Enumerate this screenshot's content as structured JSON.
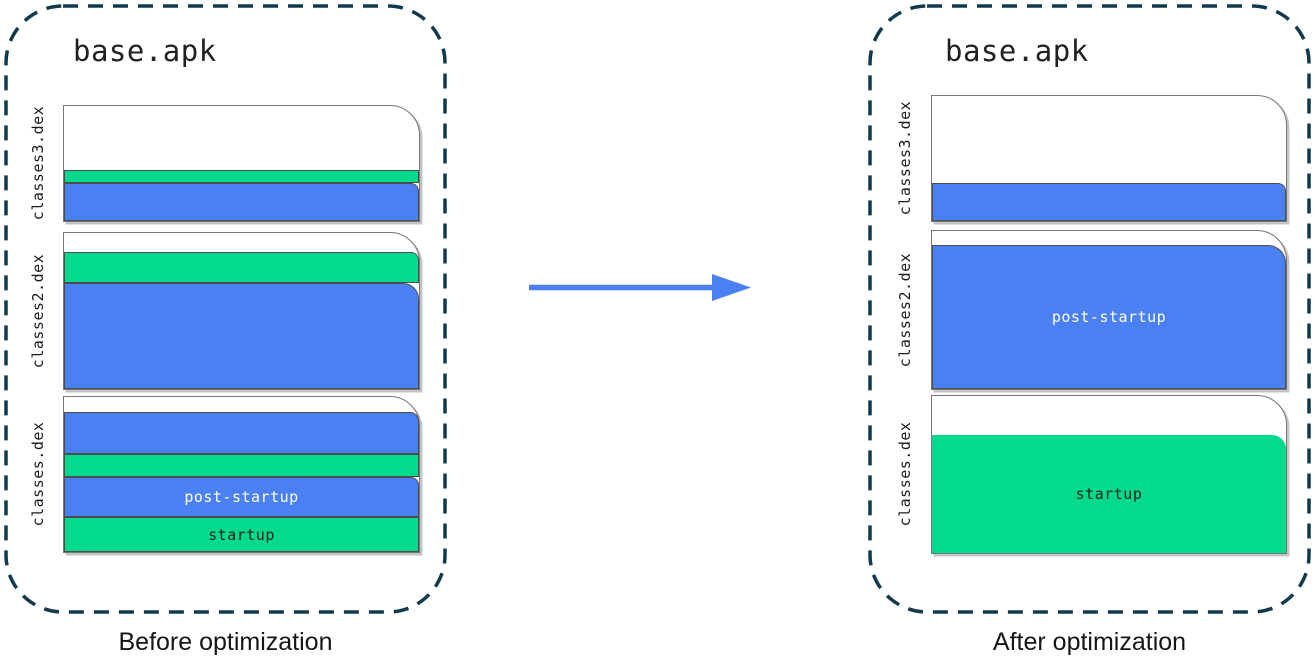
{
  "colors": {
    "blue": "#4a80f1",
    "green": "#04da8d",
    "dash_border": "#123a4e",
    "file_border": "#757575",
    "band_border": "#4d4d4d",
    "arrow": "#4a80f1"
  },
  "arrow": {
    "icon": "right-arrow-icon",
    "direction": "right"
  },
  "before": {
    "title": "base.apk",
    "caption": "Before optimization",
    "files": [
      {
        "name": "classes3.dex",
        "bands": [
          {
            "color": "green"
          },
          {
            "color": "blue"
          }
        ]
      },
      {
        "name": "classes2.dex",
        "bands": [
          {
            "color": "green"
          },
          {
            "color": "blue"
          }
        ]
      },
      {
        "name": "classes.dex",
        "bands": [
          {
            "color": "blue"
          },
          {
            "color": "green"
          },
          {
            "color": "blue",
            "label": "post-startup"
          },
          {
            "color": "green",
            "label": "startup"
          }
        ]
      }
    ]
  },
  "after": {
    "title": "base.apk",
    "caption": "After optimization",
    "files": [
      {
        "name": "classes3.dex",
        "bands": [
          {
            "color": "blue"
          }
        ]
      },
      {
        "name": "classes2.dex",
        "bands": [
          {
            "color": "blue",
            "label": "post-startup"
          }
        ]
      },
      {
        "name": "classes.dex",
        "bands": [
          {
            "color": "green",
            "label": "startup"
          }
        ]
      }
    ]
  }
}
